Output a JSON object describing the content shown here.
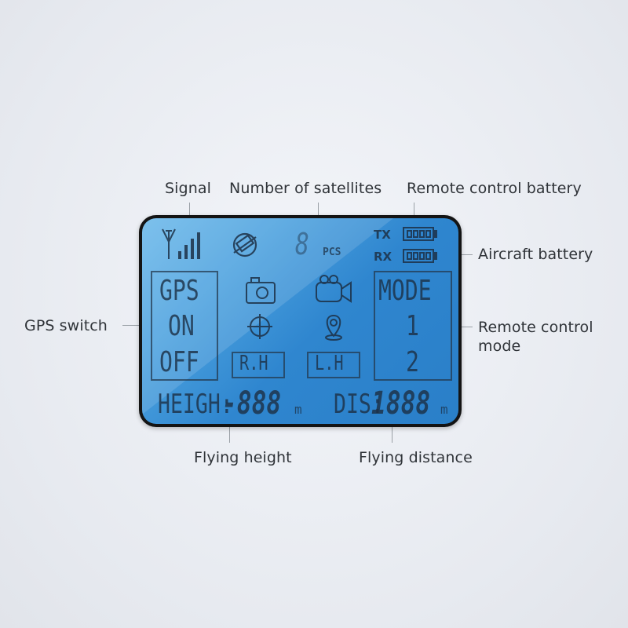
{
  "callouts": {
    "signal": "Signal",
    "satellites": "Number of satellites",
    "rc_battery": "Remote control battery",
    "aircraft_battery": "Aircraft battery",
    "gps_switch": "GPS switch",
    "rc_mode_line1": "Remote control",
    "rc_mode_line2": "mode",
    "flying_height": "Flying height",
    "flying_distance": "Flying distance"
  },
  "lcd": {
    "sat_digit": "8",
    "pcs": "PCS",
    "tx": "TX",
    "rx": "RX",
    "gps": {
      "title": "GPS",
      "on": "ON",
      "off": "OFF"
    },
    "mode": {
      "title": "MODE",
      "one": "1",
      "two": "2"
    },
    "rh": "R.H",
    "lh": "L.H",
    "height_label": "HEIGH:",
    "height_value": "-888",
    "height_unit": "m",
    "distance_label": "DIS:",
    "distance_value": "1888",
    "distance_unit": "m"
  },
  "icons": [
    "antenna-icon",
    "signal-bars-icon",
    "satellite-icon",
    "battery-icon",
    "camera-icon",
    "video-camera-icon",
    "crosshair-icon",
    "home-pin-icon"
  ],
  "colors": {
    "lcd_light": "#6ab8ea",
    "lcd_dark": "#2a7fc8",
    "segment": "#1d3147",
    "frame": "#141414"
  }
}
